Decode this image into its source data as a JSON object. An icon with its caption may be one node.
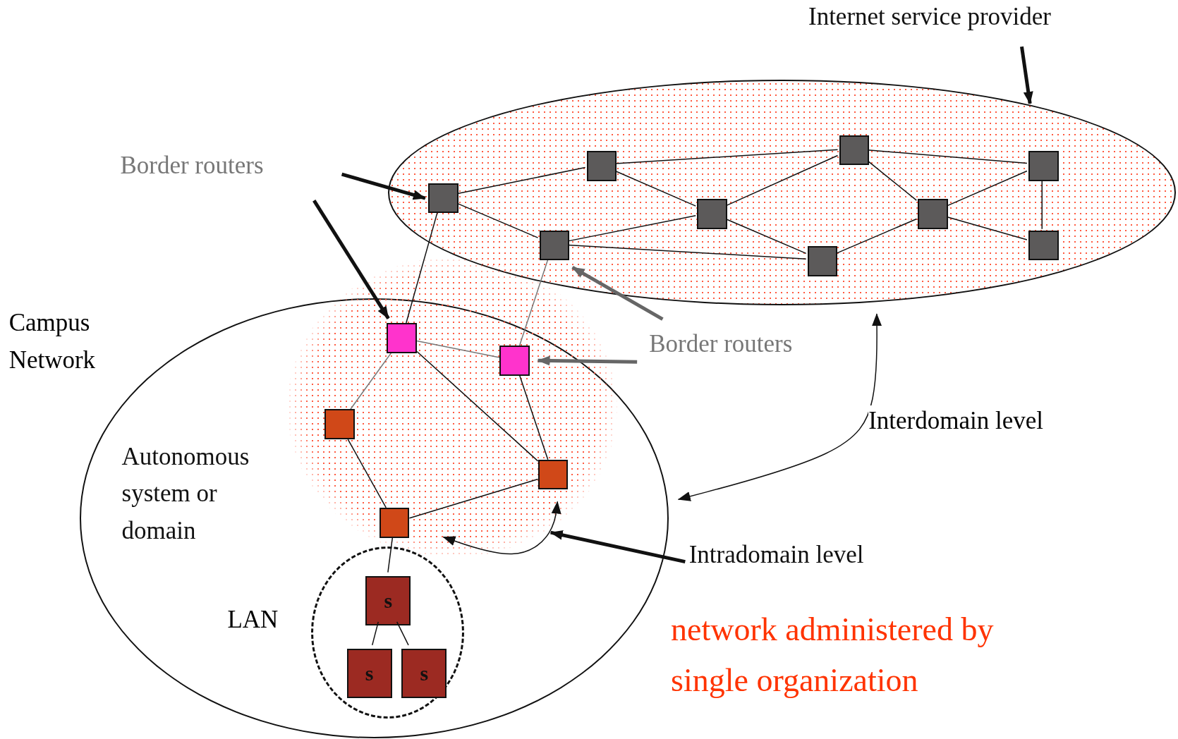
{
  "diagram": {
    "nodes": [
      {
        "text": [
          "Internet service provider"
        ]
      },
      {
        "text": [],
        "shape": "ellipse"
      },
      {
        "text": [],
        "shape": "box",
        "in": 1
      },
      {
        "text": [],
        "shape": "box",
        "in": 1
      },
      {
        "text": [],
        "shape": "box",
        "in": 1
      },
      {
        "text": [],
        "shape": "box",
        "in": 1
      },
      {
        "text": [],
        "shape": "box",
        "in": 1
      },
      {
        "text": [],
        "shape": "box",
        "in": 1
      },
      {
        "text": [],
        "shape": "box",
        "in": 1
      },
      {
        "text": [],
        "shape": "box",
        "in": 1
      },
      {
        "text": [],
        "shape": "box",
        "in": 1
      },
      {
        "text": [
          "Border routers"
        ]
      },
      {
        "text": [
          "Campus Network"
        ]
      },
      {
        "text": [],
        "shape": "circle"
      },
      {
        "text": [],
        "shape": "box",
        "in": 13
      },
      {
        "text": [],
        "shape": "box",
        "in": 13
      },
      {
        "text": [],
        "shape": "box",
        "in": 13
      },
      {
        "text": [],
        "shape": "box",
        "in": 13
      },
      {
        "text": [],
        "shape": "box",
        "in": 13
      },
      {
        "text": [
          "Border routers"
        ]
      },
      {
        "text": [
          "Intradomain level"
        ]
      },
      {
        "text": [
          "LAN"
        ],
        "in": 12
      },
      {
        "text": [
          "s"
        ],
        "in": 21
      },
      {
        "text": [
          "s"
        ],
        "in": 21
      },
      {
        "text": [
          "s"
        ],
        "in": 21
      }
    ],
    "edges": [
      {
        "from": 0,
        "to": 1,
        "arrow": "to",
        "style": "thick"
      },
      {
        "from": 11,
        "to": 2,
        "arrow": "to",
        "style": "thick"
      },
      {
        "from": 11,
        "to": 14,
        "arrow": "to",
        "style": "thick"
      },
      {
        "from": 19,
        "to": 3,
        "arrow": "to",
        "style": "thick",
        "color": "#666666"
      },
      {
        "from": 19,
        "to": 15,
        "arrow": "to",
        "style": "thick",
        "color": "#666666"
      },
      {
        "from": 2,
        "to": 4,
        "arrow": "none"
      },
      {
        "from": 2,
        "to": 3,
        "arrow": "none"
      },
      {
        "from": 4,
        "to": 7,
        "arrow": "none"
      },
      {
        "from": 4,
        "to": 5,
        "arrow": "none"
      },
      {
        "from": 5,
        "to": 7,
        "arrow": "none"
      },
      {
        "from": 7,
        "to": 9,
        "arrow": "none"
      },
      {
        "from": 7,
        "to": 8,
        "arrow": "none"
      },
      {
        "from": 3,
        "to": 5,
        "arrow": "none"
      },
      {
        "from": 5,
        "to": 6,
        "arrow": "none"
      },
      {
        "from": 3,
        "to": 6,
        "arrow": "none"
      },
      {
        "from": 6,
        "to": 8,
        "arrow": "none"
      },
      {
        "from": 8,
        "to": 9,
        "arrow": "none"
      },
      {
        "from": 8,
        "to": 10,
        "arrow": "none"
      },
      {
        "from": 9,
        "to": 10,
        "arrow": "none"
      },
      {
        "from": 2,
        "to": 14,
        "arrow": "none"
      },
      {
        "from": 3,
        "to": 15,
        "arrow": "none",
        "color": "#777777"
      },
      {
        "from": 14,
        "to": 15,
        "arrow": "none",
        "color": "#777777"
      },
      {
        "from": 14,
        "to": 16,
        "arrow": "none",
        "color": "#777777"
      },
      {
        "from": 14,
        "to": 17,
        "arrow": "none"
      },
      {
        "from": 15,
        "to": 17,
        "arrow": "none"
      },
      {
        "from": 16,
        "to": 18,
        "arrow": "none"
      },
      {
        "from": 18,
        "to": 17,
        "arrow": "none"
      },
      {
        "from": 18,
        "to": 22,
        "arrow": "none"
      },
      {
        "from": 22,
        "to": 23,
        "arrow": "none"
      },
      {
        "from": 22,
        "to": 24,
        "arrow": "none"
      },
      {
        "from": 12,
        "to": 1,
        "arrow": "both",
        "label": "Interdomain level"
      },
      {
        "from": 20,
        "to": 13,
        "arrow": "to",
        "style": "thick"
      },
      {
        "from": 18,
        "to": 17,
        "arrow": "both"
      }
    ],
    "labels": [
      "Autonomous system or domain",
      "network administered by single organization"
    ]
  }
}
